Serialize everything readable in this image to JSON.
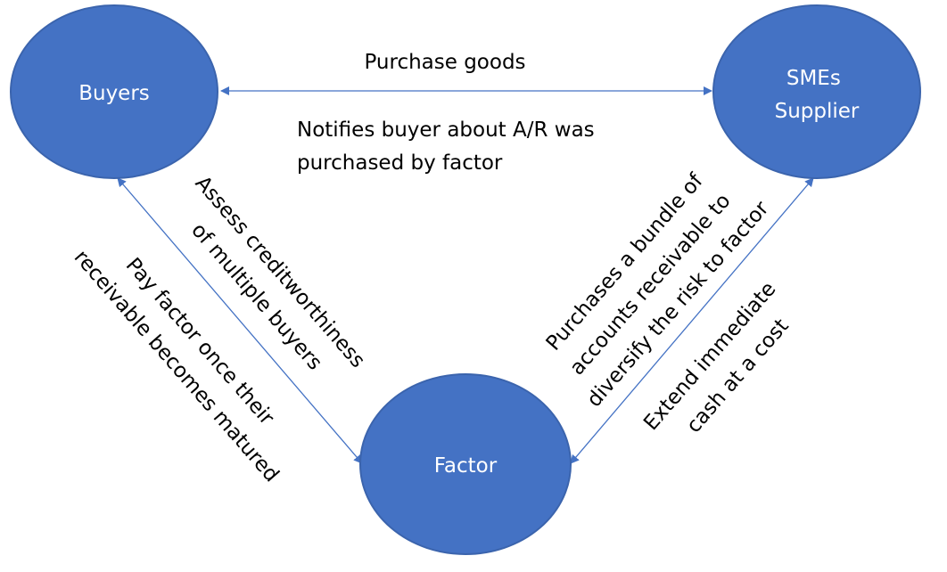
{
  "colors": {
    "node_fill": "#4472C4",
    "node_stroke": "#3B64AD",
    "arrow": "#4472C4",
    "text_on_node": "#FFFFFF",
    "text": "#000000"
  },
  "nodes": {
    "buyers": {
      "label": "Buyers"
    },
    "supplier": {
      "line1": "SMEs",
      "line2": "Supplier"
    },
    "factor": {
      "label": "Factor"
    }
  },
  "edges": {
    "purchase_goods": "Purchase goods",
    "notifies": {
      "line1": "Notifies buyer about A/R was",
      "line2": "purchased by factor"
    },
    "assess": {
      "line1": "Assess creditworthiness",
      "line2": "of multiple buyers"
    },
    "pay_factor": {
      "line1": "Pay factor once their",
      "line2": "receivable becomes matured"
    },
    "purchases_bundle": {
      "line1": "Purchases a bundle of",
      "line2": "accounts receivable to",
      "line3": "diversify the risk to factor"
    },
    "extend_cash": {
      "line1": "Extend immediate",
      "line2": "cash at a cost"
    }
  }
}
